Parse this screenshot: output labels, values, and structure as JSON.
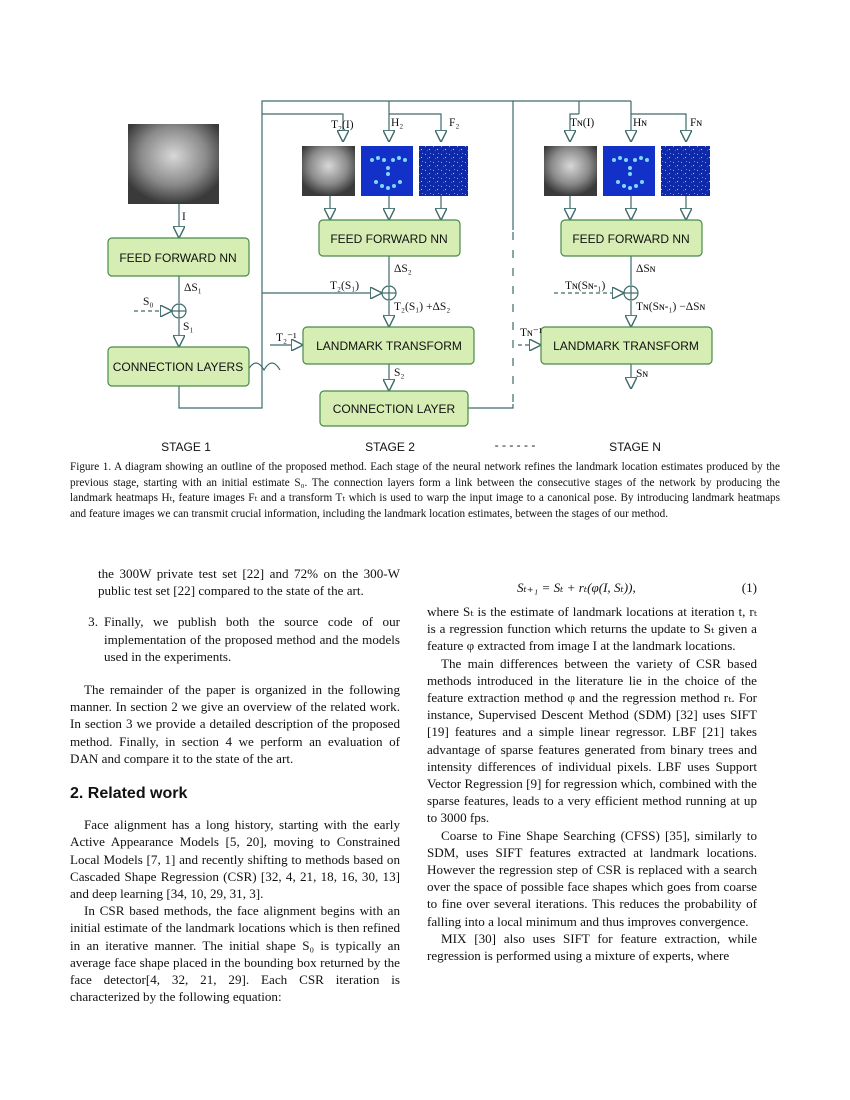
{
  "figure": {
    "label_I": "I",
    "feed_forward": "FEED FORWARD NN",
    "connection_layers": "CONNECTION LAYERS",
    "connection_layer": "CONNECTION LAYER",
    "landmark_transform": "LANDMARK TRANSFORM",
    "stage1": "STAGE 1",
    "stage2": "STAGE 2",
    "stageN": "STAGE N",
    "dashes": "- - - - - -",
    "s0": "S₀",
    "s1": "S₁",
    "ds1": "ΔS₁",
    "t2i": "T₂(I)",
    "h2": "H₂",
    "f2": "F₂",
    "ds2": "ΔS₂",
    "t2s1": "T₂(S₁)",
    "t2s1_plus": "T₂(S₁) +ΔS₂",
    "t2inv": "T₂⁻¹",
    "s2": "S₂",
    "tni": "Tɴ(I)",
    "hn": "Hɴ",
    "fn": "Fɴ",
    "dsn": "ΔSɴ",
    "tnsn1": "Tɴ(Sɴ-₁)",
    "tnsn1_minus": "Tɴ(Sɴ-₁) −ΔSɴ",
    "tninv": "Tɴ⁻¹",
    "sn": "Sɴ",
    "colors": {
      "box_fill": "#d6edb4",
      "box_stroke": "#4a8a4a",
      "arrow": "#3d6b6b",
      "heatmap": "#1330c8"
    }
  },
  "caption": "Figure 1. A diagram showing an outline of the proposed method. Each stage of the neural network refines the landmark location estimates produced by the previous stage, starting with an initial estimate S₀. The connection layers form a link between the consecutive stages of the network by producing the landmark heatmaps Hₜ, feature images Fₜ and a transform Tₜ which is used to warp the input image to a canonical pose. By introducing landmark heatmaps and feature images we can transmit crucial information, including the landmark location estimates, between the stages of our method.",
  "left": {
    "cont": "the 300W private test set [22] and 72% on the 300-W public test set [22] compared to the state of the art.",
    "item3_num": "3.",
    "item3": "Finally, we publish both the source code of our implementation of the proposed method and the models used in the experiments.",
    "para1": "The remainder of the paper is organized in the following manner. In section 2 we give an overview of the related work. In section 3 we provide a detailed description of the proposed method. Finally, in section 4 we perform an evaluation of DAN and compare it to the state of the art.",
    "heading": "2. Related work",
    "para2": "Face alignment has a long history, starting with the early Active Appearance Models [5, 20], moving to Constrained Local Models [7, 1] and recently shifting to methods based on Cascaded Shape Regression (CSR) [32, 4, 21, 18, 16, 30, 13] and deep learning [34, 10, 29, 31, 3].",
    "para3": "In CSR based methods, the face alignment begins with an initial estimate of the landmark locations which is then refined in an iterative manner. The initial shape S₀ is typically an average face shape placed in the bounding box returned by the face detector[4, 32, 21, 29]. Each CSR iteration is characterized by the following equation:"
  },
  "right": {
    "equation": "Sₜ₊₁ = Sₜ + rₜ(φ(I, Sₜ)),",
    "eq_num": "(1)",
    "para1": "where Sₜ is the estimate of landmark locations at iteration t, rₜ is a regression function which returns the update to Sₜ given a feature φ extracted from image I at the landmark locations.",
    "para2": "The main differences between the variety of CSR based methods introduced in the literature lie in the choice of the feature extraction method φ and the regression method rₜ. For instance, Supervised Descent Method (SDM) [32] uses SIFT [19] features and a simple linear regressor. LBF [21] takes advantage of sparse features generated from binary trees and intensity differences of individual pixels. LBF uses Support Vector Regression [9] for regression which, combined with the sparse features, leads to a very efficient method running at up to 3000 fps.",
    "para3": "Coarse to Fine Shape Searching (CFSS) [35], similarly to SDM, uses SIFT features extracted at landmark locations. However the regression step of CSR is replaced with a search over the space of possible face shapes which goes from coarse to fine over several iterations. This reduces the probability of falling into a local minimum and thus improves convergence.",
    "para4": "MIX [30] also uses SIFT for feature extraction, while regression is performed using a mixture of experts, where"
  }
}
